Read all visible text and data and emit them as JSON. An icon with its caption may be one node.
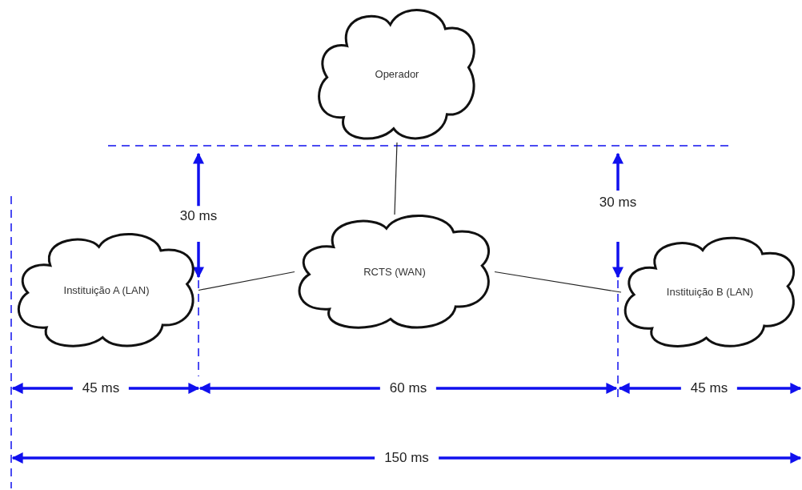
{
  "diagram": {
    "nodes": [
      {
        "text": [
          "Operador"
        ]
      },
      {
        "text": [
          "Instituição A (LAN)"
        ]
      },
      {
        "text": [
          "RCTS (WAN)"
        ]
      },
      {
        "text": [
          "Instituição B (LAN)"
        ]
      }
    ],
    "edges": [
      {
        "from": 0,
        "to": 2,
        "arrow": "none"
      },
      {
        "from": 1,
        "to": 2,
        "arrow": "none"
      },
      {
        "from": 2,
        "to": 3,
        "arrow": "none"
      }
    ],
    "labels": [
      "30 ms",
      "30 ms",
      "45 ms",
      "60 ms",
      "45 ms",
      "150 ms"
    ]
  }
}
